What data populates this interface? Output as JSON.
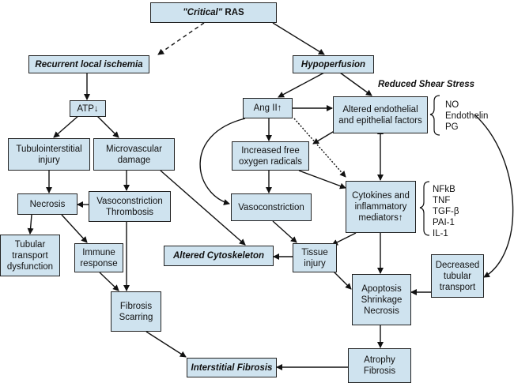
{
  "nodes": {
    "critical_ras_prefix": "\"Critical\"",
    "critical_ras_suffix": " RAS",
    "recurrent_ischemia": "Recurrent local ischemia",
    "hypoperfusion": "Hypoperfusion",
    "reduced_shear_stress": "Reduced Shear Stress",
    "atp": "ATP↓",
    "ang_ii": "Ang II↑",
    "altered_endothelial": "Altered endothelial\nand epithelial factors",
    "no_endothelin_pg": "NO\nEndothelin\nPG",
    "tubulointerstitial": "Tubulointerstitial\ninjury",
    "microvascular": "Microvascular\ndamage",
    "free_radicals": "Increased free\noxygen radicals",
    "necrosis": "Necrosis",
    "vasoconstriction_thrombosis": "Vasoconstriction\nThrombosis",
    "vasoconstriction": "Vasoconstriction",
    "cytokines": "Cytokines and\ninflammatory\nmediators↑",
    "cytokine_list": "NFkB\nTNF\nTGF-β\nPAI-1\nIL-1",
    "tubular_transport_dysfunction": "Tubular\ntransport\ndysfunction",
    "immune_response": "Immune\nresponse",
    "altered_cytoskeleton": "Altered Cytoskeleton",
    "tissue_injury": "Tissue\ninjury",
    "decreased_tubular": "Decreased\ntubular\ntransport",
    "fibrosis_scarring": "Fibrosis\nScarring",
    "apoptosis": "Apoptosis\nShrinkage\nNecrosis",
    "interstitial_fibrosis": "Interstitial Fibrosis",
    "atrophy_fibrosis": "Atrophy\nFibrosis"
  }
}
